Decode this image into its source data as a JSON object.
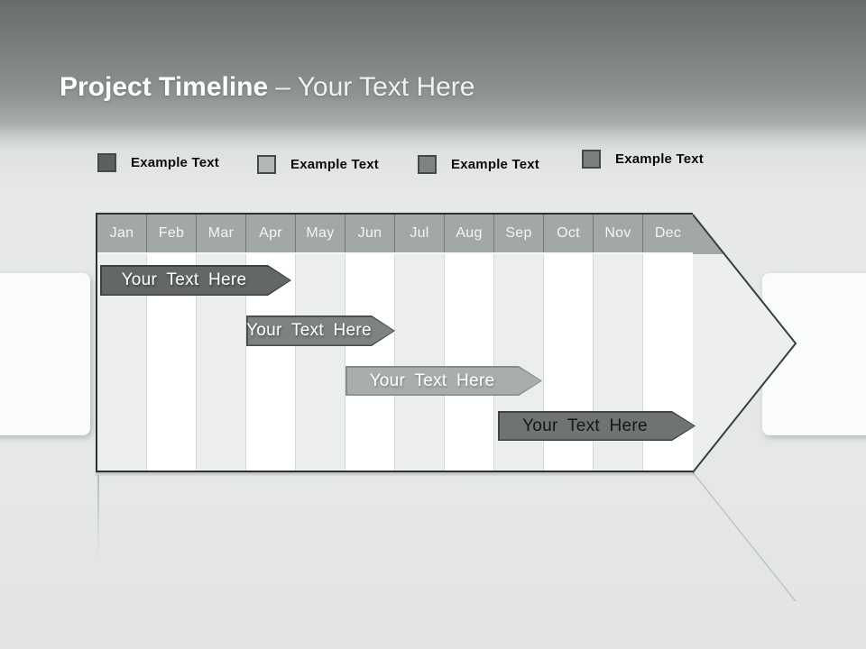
{
  "title": {
    "main": "Project Timeline",
    "suffix": "– Your Text Here"
  },
  "legend": {
    "items": [
      {
        "label": "Example Text",
        "swatch_color": "#5d6060"
      },
      {
        "label": "Example Text",
        "swatch_color": "#b3b7b5"
      },
      {
        "label": "Example Text",
        "swatch_color": "#7e8383"
      },
      {
        "label": "Example Text",
        "swatch_color": "#7b7f7f"
      }
    ]
  },
  "timeline": {
    "months": [
      "Jan",
      "Feb",
      "Mar",
      "Apr",
      "May",
      "Jun",
      "Jul",
      "Aug",
      "Sep",
      "Oct",
      "Nov",
      "Dec"
    ],
    "header_fill": "#a2a7a7",
    "header_text_color": "#f4f6f6",
    "column_alt_fill": "#eceeee",
    "column_fill": "#ffffff",
    "bars": [
      {
        "label": "Your Text Here",
        "start_month": "Jan",
        "end_month": "Apr",
        "fill": "#636767",
        "text_color": "#ffffff"
      },
      {
        "label": "Your Text Here",
        "start_month": "Apr",
        "end_month": "Jun",
        "fill": "#7e8282",
        "text_color": "#ffffff"
      },
      {
        "label": "Your Text Here",
        "start_month": "Jun",
        "end_month": "Sep",
        "fill": "#a9aeac",
        "text_color": "#ffffff"
      },
      {
        "label": "Your Text Here",
        "start_month": "Sep",
        "end_month": "Dec",
        "fill": "#6f7373",
        "text_color": "#161616"
      }
    ]
  },
  "chart_data": {
    "type": "bar",
    "title": "Project Timeline – Your Text Here",
    "categories": [
      "Jan",
      "Feb",
      "Mar",
      "Apr",
      "May",
      "Jun",
      "Jul",
      "Aug",
      "Sep",
      "Oct",
      "Nov",
      "Dec"
    ],
    "series": [
      {
        "name": "Your Text Here",
        "start": "Jan",
        "end": "Apr"
      },
      {
        "name": "Your Text Here",
        "start": "Apr",
        "end": "Jun"
      },
      {
        "name": "Your Text Here",
        "start": "Jun",
        "end": "Sep"
      },
      {
        "name": "Your Text Here",
        "start": "Sep",
        "end": "Dec"
      }
    ],
    "legend_position": "top",
    "grid": "alternating-month-columns"
  }
}
